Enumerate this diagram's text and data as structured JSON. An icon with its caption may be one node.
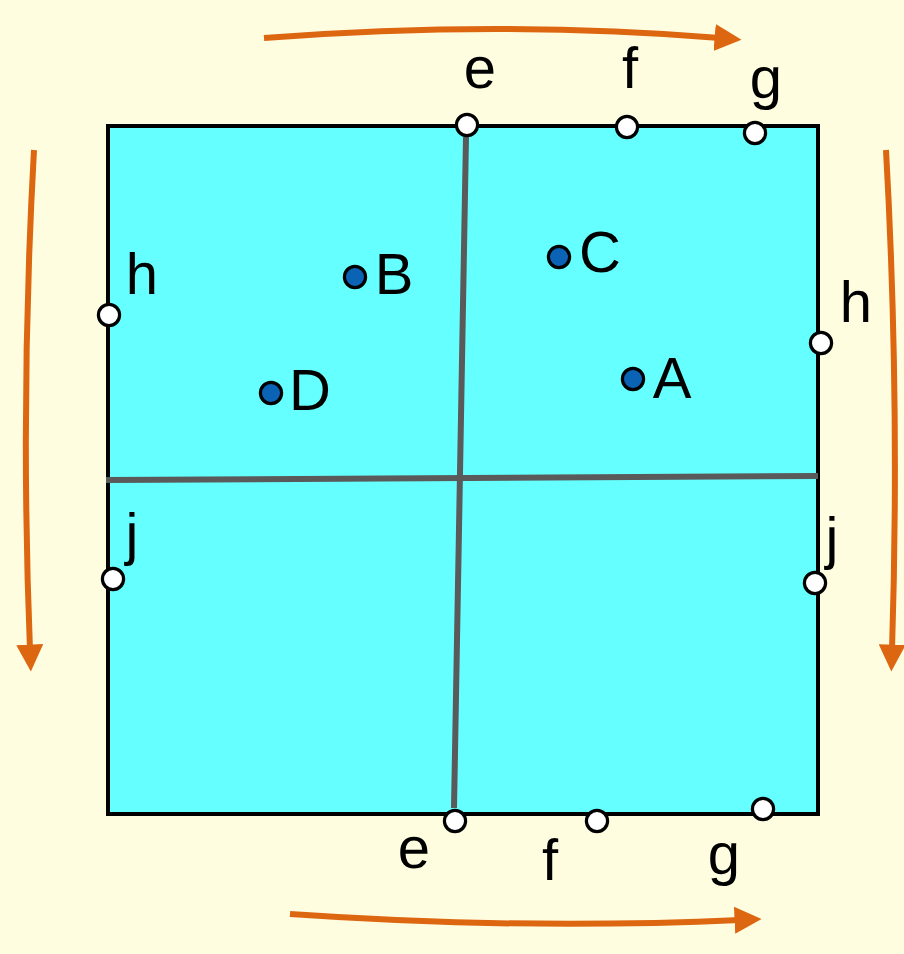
{
  "diagram": {
    "nodes": [
      {
        "text": [
          "e"
        ]
      },
      {
        "text": [
          "f"
        ]
      },
      {
        "text": [
          "g"
        ]
      },
      {
        "text": [
          "h"
        ]
      },
      {
        "text": [
          "B"
        ]
      },
      {
        "text": [
          "C"
        ]
      },
      {
        "text": [
          "h"
        ]
      },
      {
        "text": [
          "A"
        ]
      },
      {
        "text": [
          "D"
        ]
      },
      {
        "text": [
          "j"
        ]
      },
      {
        "text": [
          "j"
        ]
      },
      {
        "text": [
          "e"
        ]
      },
      {
        "text": [
          "f"
        ]
      },
      {
        "text": [
          "g"
        ]
      }
    ],
    "edges": [
      {
        "from": 0,
        "to": 11,
        "arrow": "none"
      }
    ]
  }
}
